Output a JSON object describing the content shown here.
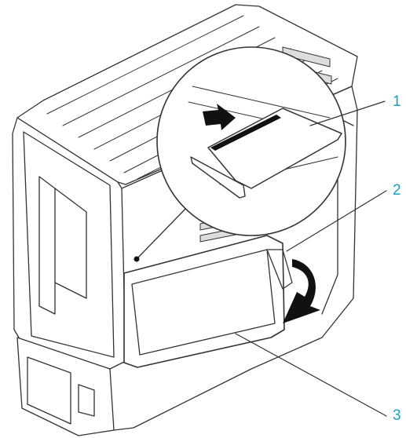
{
  "callouts": [
    {
      "label": "1"
    },
    {
      "label": "2"
    },
    {
      "label": "3"
    }
  ],
  "colors": {
    "line": "#333333",
    "callout": "#1a9fc2",
    "fill": "#ffffff",
    "arrow": "#111111"
  }
}
